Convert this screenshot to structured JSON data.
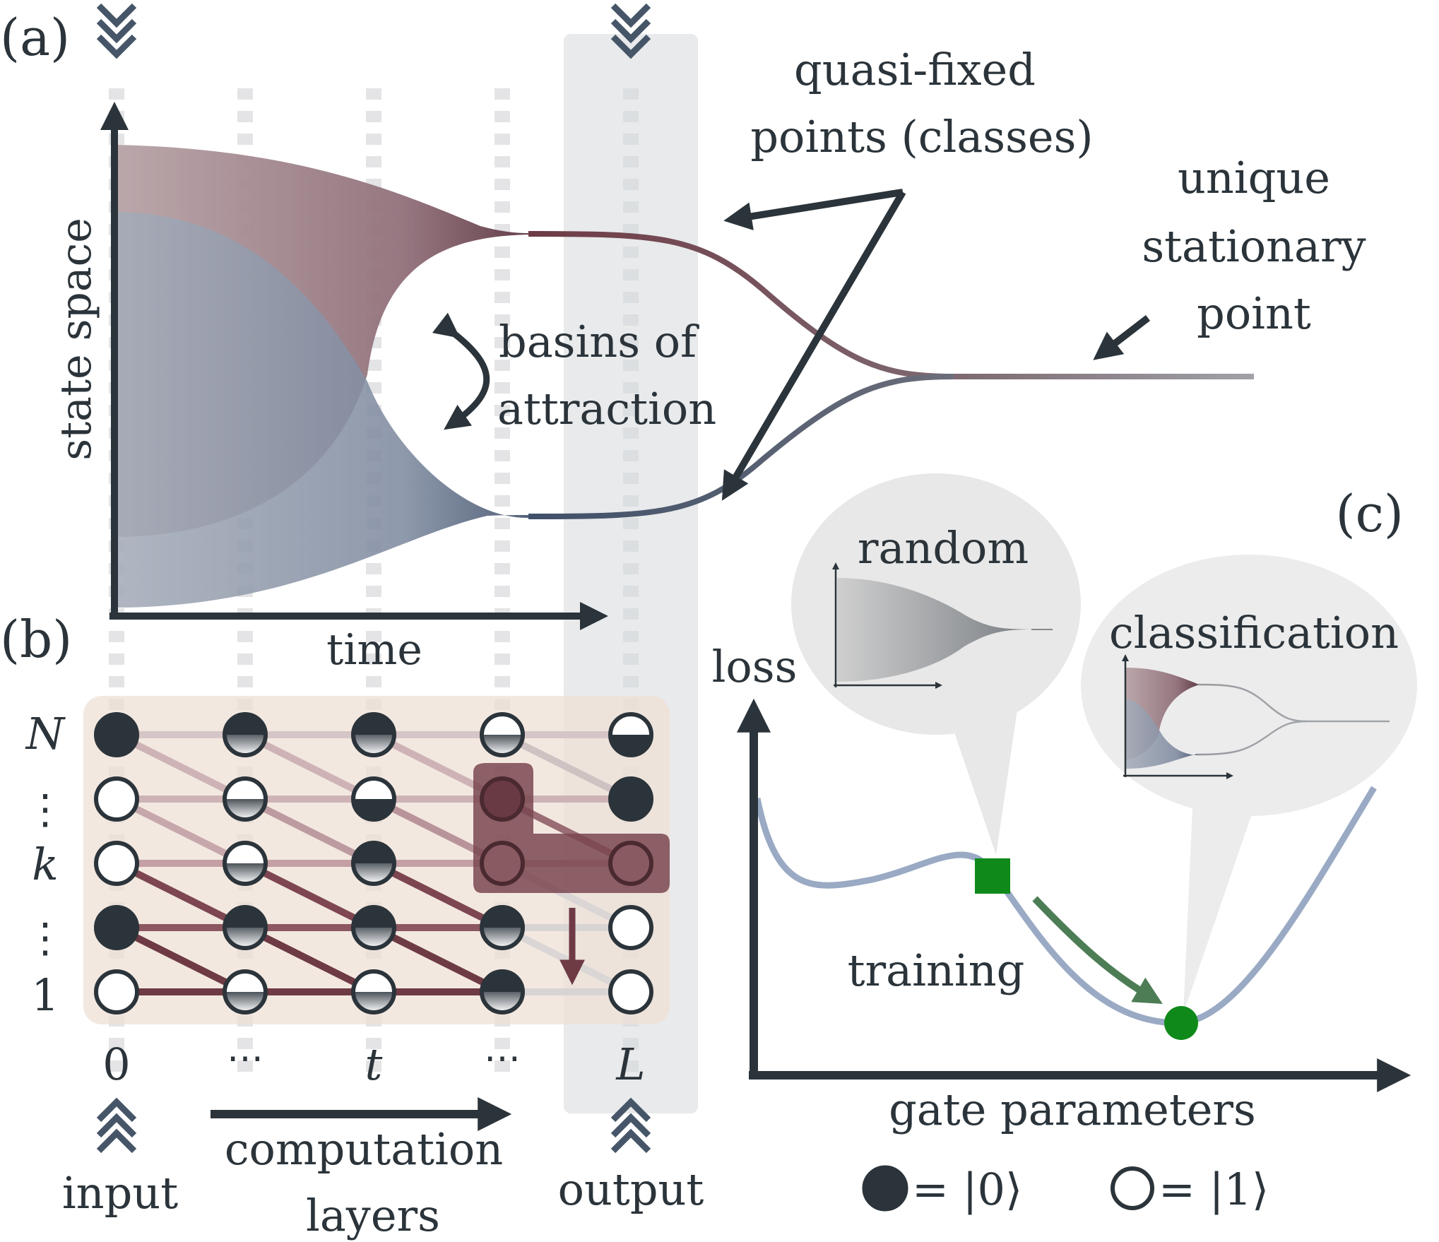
{
  "panels": {
    "a": "(a)",
    "b": "(b)",
    "c": "(c)"
  },
  "panel_a": {
    "y_axis": "state space",
    "x_axis": "time",
    "quasi_fixed": [
      "quasi-fixed",
      "points (classes)"
    ],
    "basins": [
      "basins of",
      "attraction"
    ],
    "stationary": [
      "unique",
      "stationary",
      "point"
    ]
  },
  "panel_b": {
    "row_labels": [
      "N",
      "⋮",
      "k",
      "⋮",
      "1"
    ],
    "col_labels": [
      "0",
      "⋯",
      "t",
      "⋯",
      "L"
    ],
    "input": "input",
    "computation": [
      "computation",
      "layers"
    ],
    "output": "output"
  },
  "panel_c": {
    "y_axis": "loss",
    "x_axis": "gate parameters",
    "random": "random",
    "classification": "classification",
    "training": "training"
  },
  "legend": {
    "zero": "= |0⟩",
    "one": "= |1⟩"
  },
  "colors": {
    "dark": "#2b343a",
    "red_flow": "#6e3a44",
    "blue_flow": "#3f5069",
    "loss_curve": "#9aaac4",
    "marker_green": "#0f8a1a",
    "training_arrow": "#4d7d55"
  }
}
